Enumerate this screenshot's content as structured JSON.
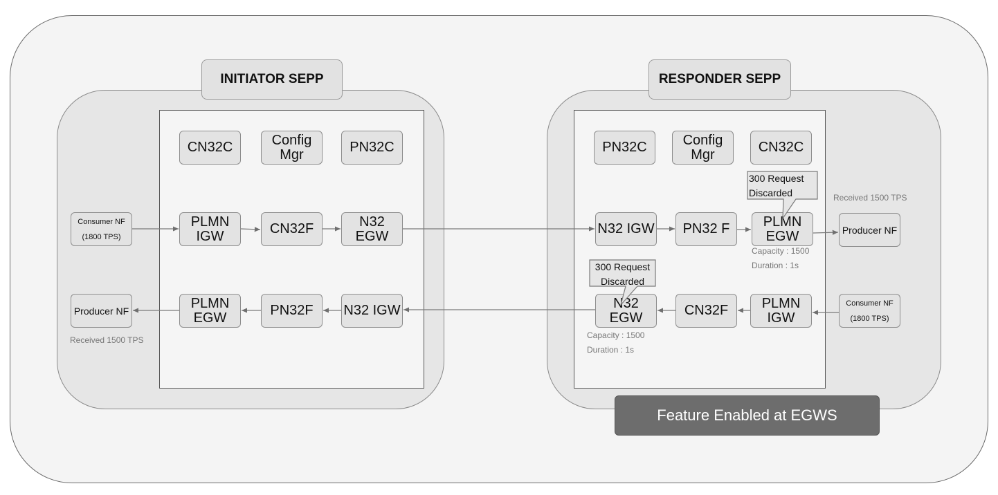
{
  "initiator": {
    "title": "INITIATOR SEPP",
    "top_row": [
      "CN32C",
      "Config\nMgr",
      "PN32C"
    ],
    "egress_row": [
      "PLMN\nIGW",
      "CN32F",
      "N32 EGW"
    ],
    "ingress_row": [
      "PLMN\nEGW",
      "PN32F",
      "N32 IGW"
    ],
    "consumer": "Consumer NF\n(1800 TPS)",
    "producer": "Producer NF",
    "producer_note": "Received 1500 TPS"
  },
  "responder": {
    "title": "RESPONDER SEPP",
    "top_row": [
      "PN32C",
      "Config\nMgr",
      "CN32C"
    ],
    "ingress_row": [
      "N32 IGW",
      "PN32 F",
      "PLMN\nEGW"
    ],
    "egress_row": [
      "N32 EGW",
      "CN32F",
      "PLMN\nIGW"
    ],
    "producer": "Producer NF",
    "producer_note": "Received 1500 TPS",
    "consumer": "Consumer NF\n(1800 TPS)",
    "plmn_egw_callout": "300 Request\nDiscarded",
    "plmn_egw_capacity": "Capacity : 1500",
    "plmn_egw_duration": "Duration : 1s",
    "n32_egw_callout": "300 Request\nDiscarded",
    "n32_egw_capacity": "Capacity : 1500",
    "n32_egw_duration": "Duration : 1s"
  },
  "banner": "Feature Enabled at EGWS"
}
